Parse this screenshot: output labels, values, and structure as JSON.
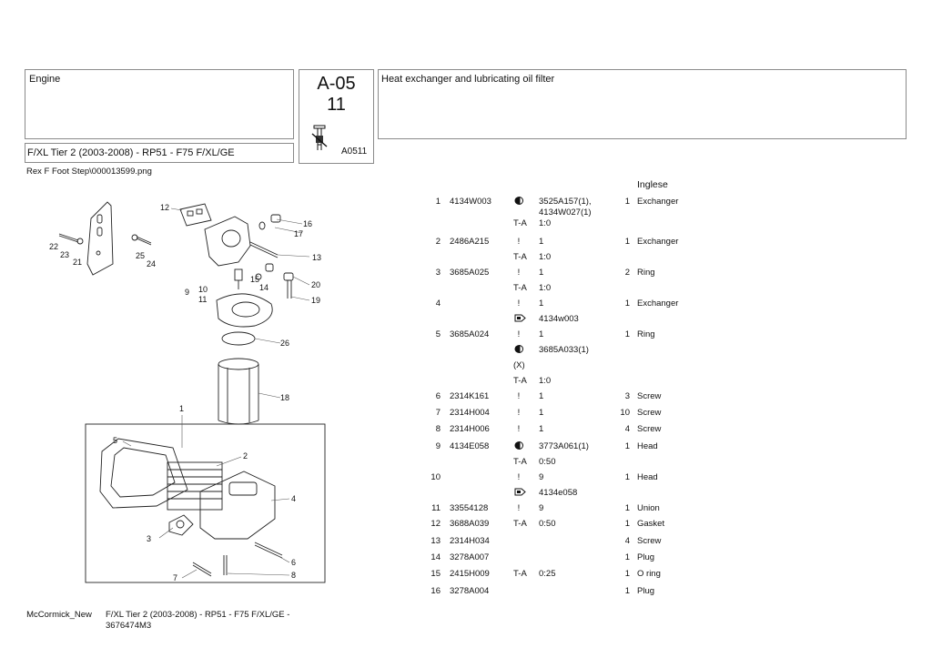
{
  "header": {
    "section": "Engine",
    "model": "F/XL Tier 2 (2003-2008) - RP51 - F75 F/XL/GE",
    "code_main": "A-05",
    "code_sub": "11",
    "code_ref": "A0511",
    "title": "Heat exchanger and lubricating oil filter"
  },
  "image_file": "Rex F Foot Step\\000013599.png",
  "language_header": "Inglese",
  "icons": {
    "change": "circle-half-icon",
    "note": "exclamation-icon",
    "replace": "arrow-tag-icon"
  },
  "parts": [
    {
      "no": "1",
      "pn": "4134W003",
      "icon": "●",
      "data": "3525A157(1),",
      "data2": "4134W027(1)",
      "qty": "1",
      "desc": "Exchanger",
      "ta": "T-A",
      "ta_val": "1:0"
    },
    {
      "no": "2",
      "pn": "2486A215",
      "icon": "!",
      "data": "1",
      "qty": "1",
      "desc": "Exchanger",
      "ta": "T-A",
      "ta_val": "1:0"
    },
    {
      "no": "3",
      "pn": "3685A025",
      "icon": "!",
      "data": "1",
      "qty": "2",
      "desc": "Ring",
      "ta": "T-A",
      "ta_val": "1:0"
    },
    {
      "no": "4",
      "pn": "",
      "icon": "!",
      "data": "1",
      "qty": "1",
      "desc": "Exchanger",
      "rep": "4134w003"
    },
    {
      "no": "5",
      "pn": "3685A024",
      "icon": "!",
      "data": "1",
      "qty": "1",
      "desc": "Ring",
      "extra": "3685A033(1)",
      "extra2": "(X)",
      "ta": "T-A",
      "ta_val": "1:0"
    },
    {
      "no": "6",
      "pn": "2314K161",
      "icon": "!",
      "data": "1",
      "qty": "3",
      "desc": "Screw"
    },
    {
      "no": "7",
      "pn": "2314H004",
      "icon": "!",
      "data": "1",
      "qty": "10",
      "desc": "Screw"
    },
    {
      "no": "8",
      "pn": "2314H006",
      "icon": "!",
      "data": "1",
      "qty": "4",
      "desc": "Screw"
    },
    {
      "no": "9",
      "pn": "4134E058",
      "icon": "●",
      "data": "3773A061(1)",
      "qty": "1",
      "desc": "Head",
      "ta": "T-A",
      "ta_val": "0:50"
    },
    {
      "no": "10",
      "pn": "",
      "icon": "!",
      "data": "9",
      "qty": "1",
      "desc": "Head",
      "rep": "4134e058"
    },
    {
      "no": "11",
      "pn": "33554128",
      "icon": "!",
      "data": "9",
      "qty": "1",
      "desc": "Union"
    },
    {
      "no": "12",
      "pn": "3688A039",
      "ta": "T-A",
      "data": "0:50",
      "qty": "1",
      "desc": "Gasket"
    },
    {
      "no": "13",
      "pn": "2314H034",
      "qty": "4",
      "desc": "Screw"
    },
    {
      "no": "14",
      "pn": "3278A007",
      "qty": "1",
      "desc": "Plug"
    },
    {
      "no": "15",
      "pn": "2415H009",
      "ta": "T-A",
      "data": "0:25",
      "qty": "1",
      "desc": "O ring"
    },
    {
      "no": "16",
      "pn": "3278A004",
      "qty": "1",
      "desc": "Plug"
    }
  ],
  "callouts": [
    "1",
    "2",
    "3",
    "4",
    "5",
    "6",
    "7",
    "8",
    "9",
    "10",
    "11",
    "12",
    "13",
    "14",
    "15",
    "16",
    "17",
    "18",
    "19",
    "20",
    "21",
    "22",
    "23",
    "24",
    "25",
    "26"
  ],
  "footer": {
    "brand": "McCormick_New",
    "model": "F/XL Tier 2 (2003-2008) - RP51 - F75 F/XL/GE -",
    "part": "3676474M3"
  }
}
